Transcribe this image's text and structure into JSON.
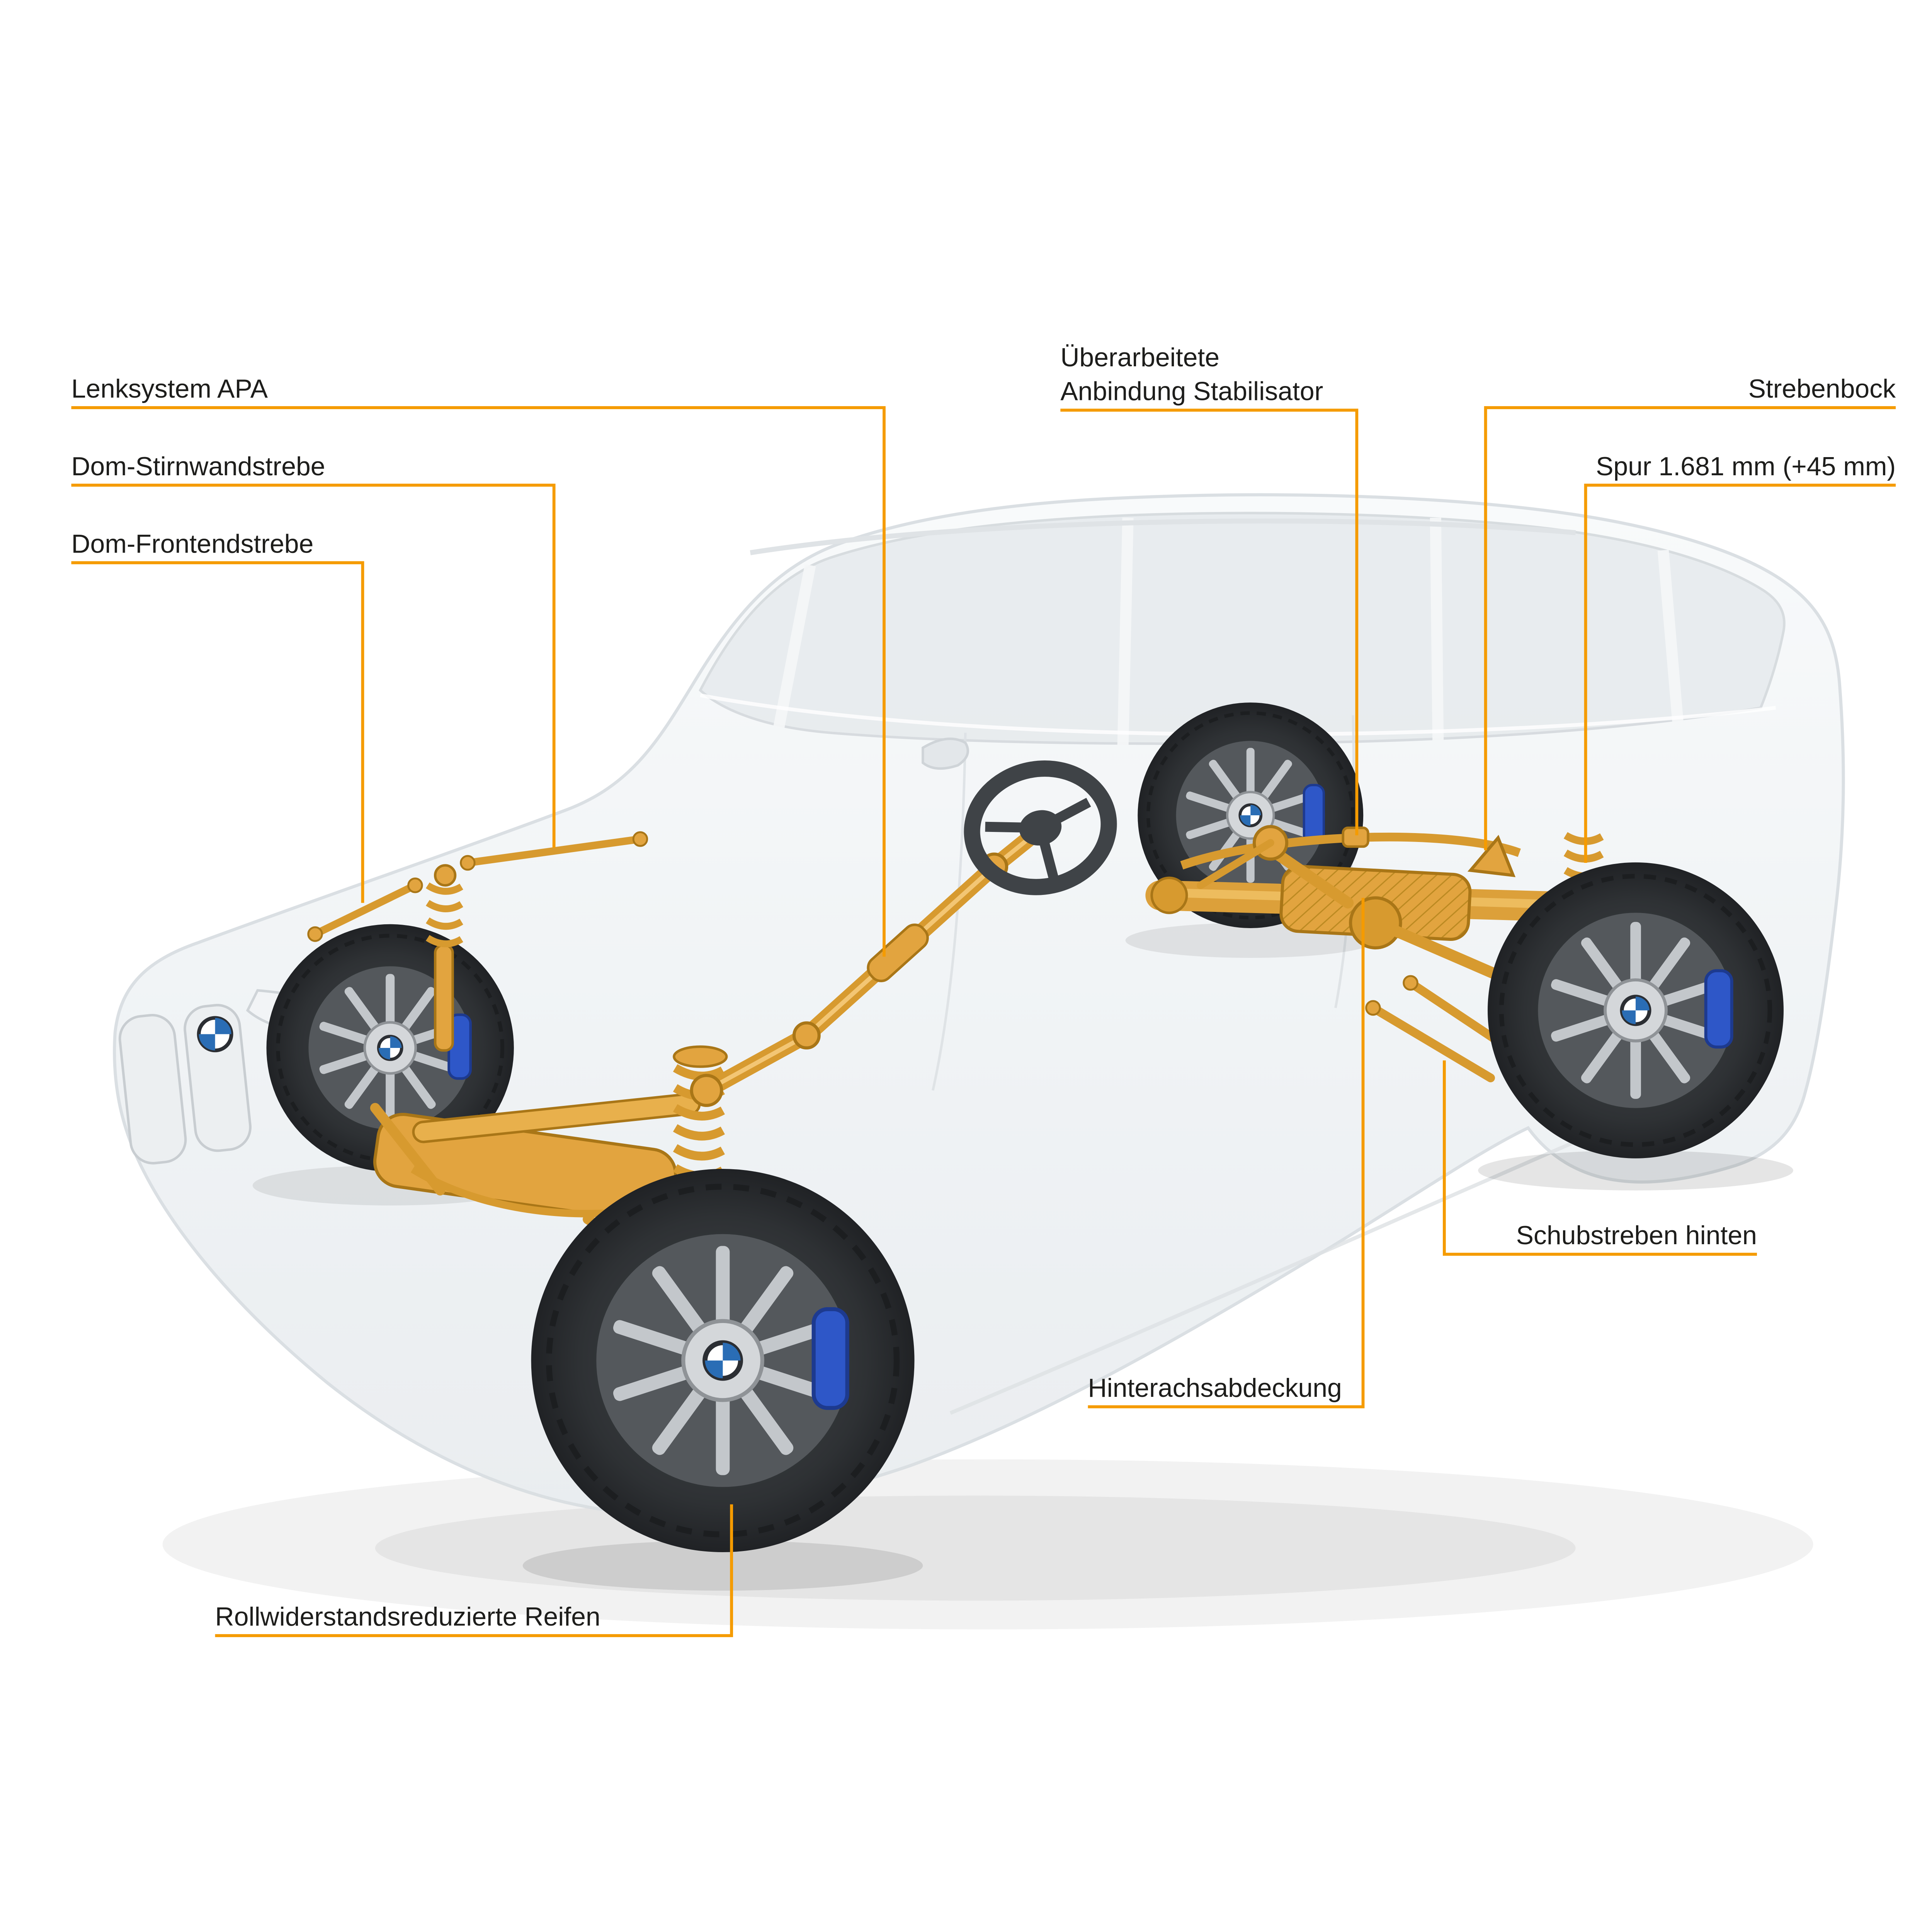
{
  "diagram": {
    "type": "annotated-technical-diagram",
    "subject": "BMW SUV chassis and suspension cutaway (ghosted body with highlighted axle components)",
    "colors": {
      "leader_line": "#F59B00",
      "component_gold": "#E2A43F",
      "brake_caliper_blue": "#2E57C8",
      "ghost_body": "#F2F5F7",
      "label_text": "#1D1D1B"
    },
    "labels": {
      "lenksystem_apa": "Lenksystem APA",
      "dom_stirnwandstrebe": "Dom-Stirnwandstrebe",
      "dom_frontendstrebe": "Dom-Frontendstrebe",
      "stabilisator_line1": "Überarbeitete",
      "stabilisator_line2": "Anbindung Stabilisator",
      "strebenbock": "Strebenbock",
      "spur": "Spur 1.681 mm (+45 mm)",
      "schubstreben_hinten": "Schubstreben hinten",
      "hinterachsabdeckung": "Hinterachsabdeckung",
      "rollwiderstand_reifen": "Rollwiderstandsreduzierte Reifen"
    }
  }
}
